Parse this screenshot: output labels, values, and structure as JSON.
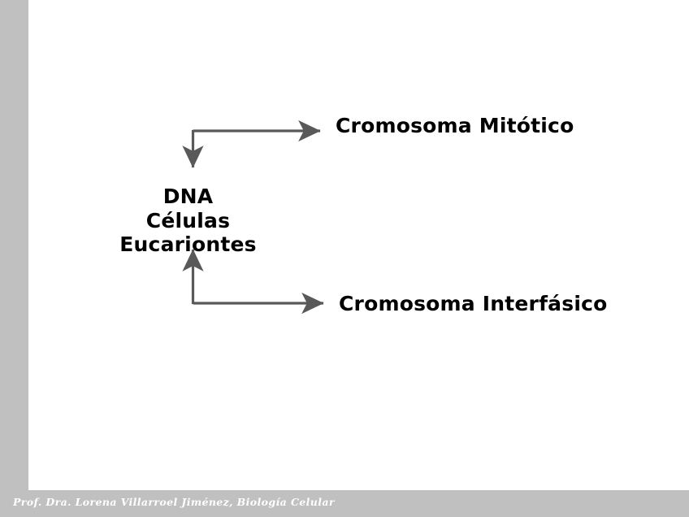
{
  "slide": {
    "background_color": "#ffffff",
    "accent_band_color": "#c0c0c0",
    "arrow_color": "#595959",
    "text_color": "#000000",
    "footer_text_color": "#ffffff"
  },
  "diagram": {
    "type": "flow",
    "center_node": {
      "line1": "DNA",
      "line2": "Células Eucariontes"
    },
    "nodes": [
      {
        "id": "mitotico",
        "label": "Cromosoma Mitótico"
      },
      {
        "id": "interfasico",
        "label": "Cromosoma Interfásico"
      }
    ],
    "connectors": [
      {
        "id": "top-elbow",
        "from": "Cromosoma Mitótico",
        "to": "DNA Células Eucariontes",
        "shape": "elbow",
        "heads": [
          "right",
          "down"
        ]
      },
      {
        "id": "bottom-elbow",
        "from": "Cromosoma Interfásico",
        "to": "DNA Células Eucariontes",
        "shape": "elbow",
        "heads": [
          "right",
          "up"
        ]
      }
    ]
  },
  "footer": {
    "credit": "Prof. Dra. Lorena Villarroel Jiménez, Biología Celular"
  }
}
